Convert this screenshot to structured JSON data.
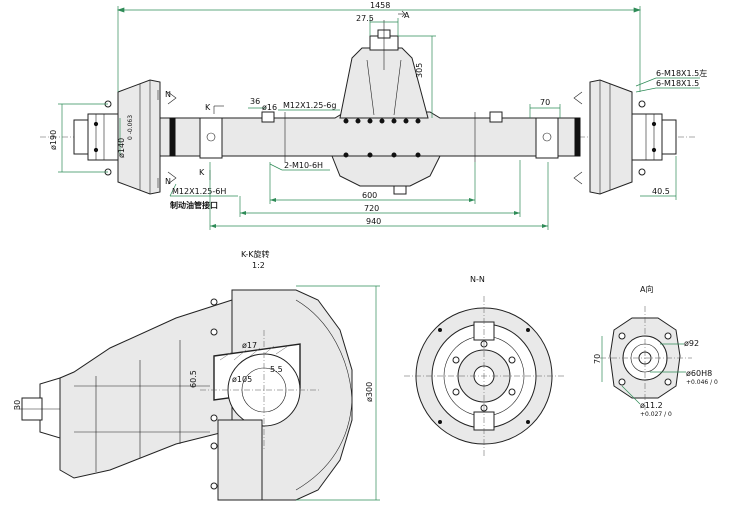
{
  "dims": {
    "overall": "1458",
    "top_offset": "27.5",
    "height_305": "305",
    "bolt_6_m18a": "6-M18X1.5左",
    "bolt_6_m18b": "6-M18X1.5",
    "d16": "ø16",
    "w36": "36",
    "m12_fine": "M12X1.25-6g",
    "w70": "70",
    "d190": "ø190",
    "d140": "ø140",
    "d140_tol": "0\n-0.063",
    "m10": "2-M10-6H",
    "m12_brake": "M12X1.25-6H",
    "brake_port": "制动油管接口",
    "w600": "600",
    "w720": "720",
    "w940": "940",
    "w40_5": "40.5",
    "sec_kk": "K-K旋转",
    "scale_kk": "1:2",
    "sec_nn": "N-N",
    "view_a": "A向",
    "d17": "ø17",
    "h60_5": "60.5",
    "r105": "ø105",
    "v5_5": "5.5",
    "w30": "30",
    "d300": "ø300",
    "h70": "70",
    "d92": "ø92",
    "d60h8": "ø60H8",
    "d60h8_tol": "+0.046 / 0",
    "d11_2": "ø11.2",
    "d11_2_tol": "+0.027 / 0",
    "lbl_A": "A",
    "lbl_N1": "N",
    "lbl_N2": "N",
    "lbl_K1": "K",
    "lbl_K2": "K"
  }
}
